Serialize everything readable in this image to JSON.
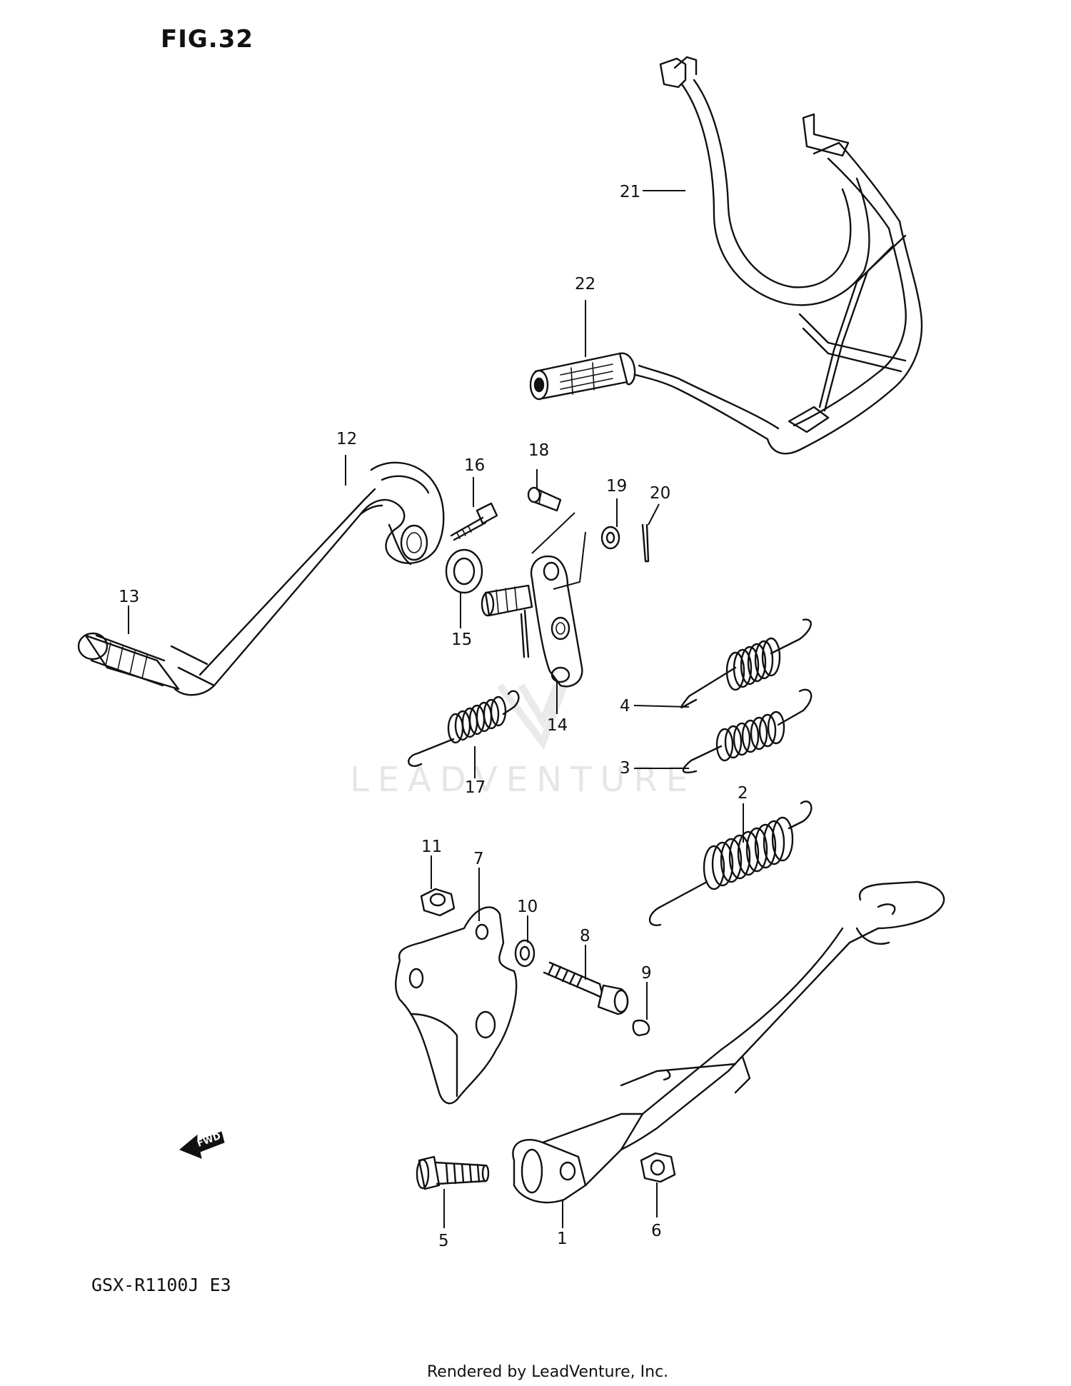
{
  "figure": {
    "title": "FIG.32"
  },
  "model": {
    "code": "GSX-R1100J  E3"
  },
  "watermark": {
    "text": "LEADVENTURE"
  },
  "credit": {
    "text": "Rendered by LeadVenture, Inc."
  },
  "fwd": {
    "text": "FWD"
  },
  "callouts": {
    "c1": "1",
    "c2": "2",
    "c3": "3",
    "c4": "4",
    "c5": "5",
    "c6": "6",
    "c7": "7",
    "c8": "8",
    "c9": "9",
    "c10": "10",
    "c11": "11",
    "c12": "12",
    "c13": "13",
    "c14": "14",
    "c15": "15",
    "c16": "16",
    "c17": "17",
    "c18": "18",
    "c19": "19",
    "c20": "20",
    "c21": "21",
    "c22": "22"
  },
  "colors": {
    "ink": "#111111",
    "paper": "#ffffff",
    "watermark": "#e6e6e6"
  }
}
